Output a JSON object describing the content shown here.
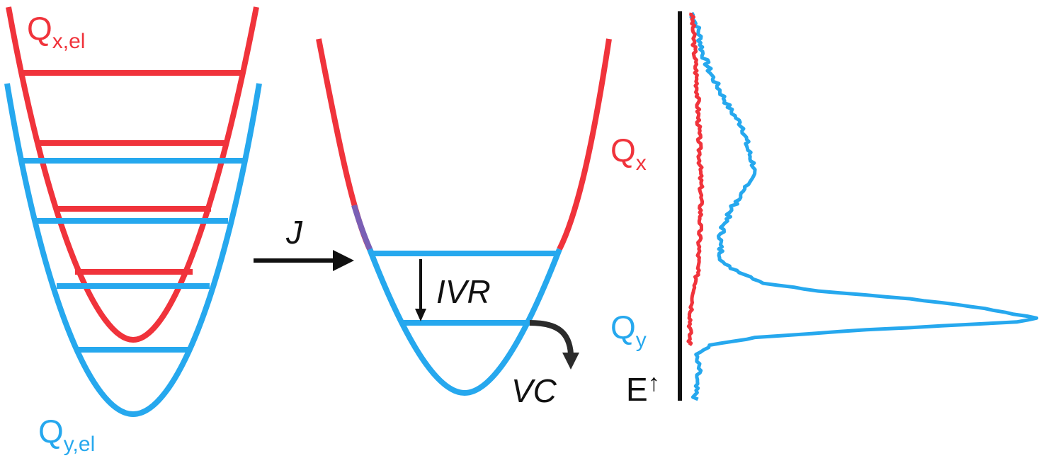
{
  "colors": {
    "qx": "#f0333b",
    "qy": "#26a8ee",
    "ink": "#111111",
    "curve_arrow": "#2b2b2b"
  },
  "labels": {
    "qx_el": {
      "main": "Q",
      "sub": "x,el"
    },
    "qy_el": {
      "main": "Q",
      "sub": "y,el"
    },
    "qx": {
      "main": "Q",
      "sub": "x"
    },
    "qy": {
      "main": "Q",
      "sub": "y"
    },
    "coupling": "J",
    "ivr": "IVR",
    "vc": "VC",
    "energy_axis": "E",
    "energy_arrow": "↑"
  },
  "spectrum": {
    "qx_trace": [
      [
        0.0,
        0.01
      ],
      [
        0.05,
        0.014
      ],
      [
        0.1,
        0.018
      ],
      [
        0.15,
        0.022
      ],
      [
        0.2,
        0.026
      ],
      [
        0.25,
        0.028
      ],
      [
        0.3,
        0.03
      ],
      [
        0.35,
        0.032
      ],
      [
        0.4,
        0.034
      ],
      [
        0.45,
        0.036
      ],
      [
        0.5,
        0.036
      ],
      [
        0.55,
        0.034
      ],
      [
        0.6,
        0.031
      ],
      [
        0.65,
        0.028
      ],
      [
        0.7,
        0.022
      ],
      [
        0.75,
        0.012
      ],
      [
        0.78,
        0.008
      ],
      [
        0.8,
        0.006
      ],
      [
        0.85,
        0.004
      ],
      [
        0.86,
        0.004
      ]
    ],
    "qy_trace": [
      [
        0.0,
        0.01
      ],
      [
        0.05,
        0.03
      ],
      [
        0.1,
        0.04
      ],
      [
        0.15,
        0.06
      ],
      [
        0.2,
        0.09
      ],
      [
        0.25,
        0.12
      ],
      [
        0.3,
        0.16
      ],
      [
        0.35,
        0.17
      ],
      [
        0.4,
        0.19
      ],
      [
        0.45,
        0.17
      ],
      [
        0.5,
        0.13
      ],
      [
        0.55,
        0.1
      ],
      [
        0.6,
        0.09
      ],
      [
        0.65,
        0.1
      ],
      [
        0.7,
        0.22
      ],
      [
        0.72,
        0.38
      ],
      [
        0.74,
        0.64
      ],
      [
        0.76,
        0.82
      ],
      [
        0.78,
        0.94
      ],
      [
        0.79,
        1.0
      ],
      [
        0.8,
        0.95
      ],
      [
        0.82,
        0.52
      ],
      [
        0.84,
        0.2
      ],
      [
        0.86,
        0.06
      ],
      [
        0.89,
        0.02
      ],
      [
        0.92,
        0.03
      ],
      [
        0.96,
        0.02
      ],
      [
        1.0,
        0.02
      ]
    ]
  }
}
